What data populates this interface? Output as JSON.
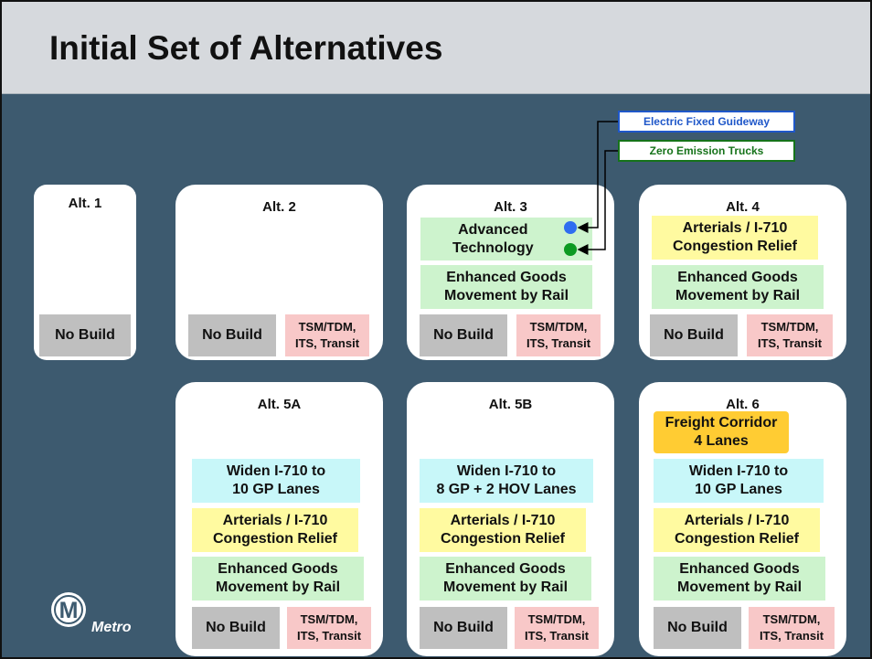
{
  "slide": {
    "title": "Initial Set of Alternatives"
  },
  "legend": {
    "electric": "Electric Fixed Guideway",
    "zero_emission": "Zero Emission Trucks",
    "electric_color": "#1f57c9",
    "zero_color": "#16731a"
  },
  "common": {
    "no_build": "No Build",
    "tsm": "TSM/TDM,\nITS, Transit",
    "goods": "Enhanced Goods\nMovement by Rail",
    "arterial": "Arterials / I-710\nCongestion Relief"
  },
  "alt1": {
    "label": "Alt. 1"
  },
  "alt2": {
    "label": "Alt. 2"
  },
  "alt3": {
    "label": "Alt. 3",
    "advanced": "Advanced\nTechnology"
  },
  "alt4": {
    "label": "Alt. 4"
  },
  "alt5a": {
    "label": "Alt. 5A",
    "widen": "Widen I-710 to\n10 GP Lanes"
  },
  "alt5b": {
    "label": "Alt. 5B",
    "widen": "Widen I-710 to\n8 GP + 2 HOV Lanes"
  },
  "alt6": {
    "label": "Alt. 6",
    "freight": "Freight Corridor\n4 Lanes",
    "widen": "Widen I-710 to\n10 GP Lanes"
  },
  "logo": {
    "letter": "M",
    "text": "Metro"
  },
  "colors": {
    "no_build": "#bfbfbf",
    "tsm": "#f8c8c8",
    "goods": "#cdf3cd",
    "arterial": "#fffaa0",
    "widen": "#c8f7f9",
    "freight": "#ffcc33",
    "dot_blue": "#2f6df0",
    "dot_green": "#0c9a22"
  }
}
